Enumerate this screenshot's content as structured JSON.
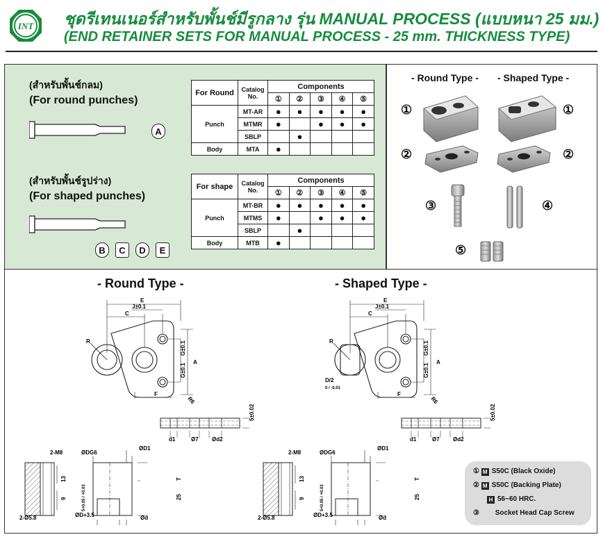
{
  "header": {
    "logo_text": "INT",
    "title_th": "ชุดรีเทนเนอร์สำหรับพั้นช์มีรูกลาง รุ่น MANUAL PROCESS (แบบหนา 25 มม.)",
    "title_en": "(END RETAINER SETS FOR MANUAL PROCESS - 25 mm. THICKNESS TYPE)",
    "colors": {
      "title": "#168c3c",
      "panel": "#d7e9d4"
    }
  },
  "round_section": {
    "label_th": "(สำหรับพั้นช์กลม)",
    "label_en": "(For round punches)",
    "letters": [
      "A"
    ],
    "table": {
      "corner": "For Round",
      "catalog_header": "Catalog No.",
      "components_header": "Components",
      "component_nums": [
        "①",
        "②",
        "③",
        "④",
        "⑤"
      ],
      "group_punch": "Punch",
      "group_body": "Body",
      "rows": [
        {
          "group": "Punch",
          "catalog": "MT-AR",
          "marks": [
            "●",
            "●",
            "●",
            "●",
            "●"
          ]
        },
        {
          "group": "Punch",
          "catalog": "MTMR",
          "marks": [
            "●",
            "",
            "●",
            "●",
            "●"
          ]
        },
        {
          "group": "Punch",
          "catalog": "SBLP",
          "marks": [
            "",
            "●",
            "",
            "",
            ""
          ]
        },
        {
          "group": "Body",
          "catalog": "MTA",
          "marks": [
            "●",
            "",
            "",
            "",
            ""
          ]
        }
      ]
    }
  },
  "shape_section": {
    "label_th": "(สำหรับพั้นช์รูปร่าง)",
    "label_en": "(For shaped punches)",
    "letters": [
      "B",
      "C",
      "D",
      "E"
    ],
    "table": {
      "corner": "For shape",
      "catalog_header": "Catalog No.",
      "components_header": "Components",
      "component_nums": [
        "①",
        "②",
        "③",
        "④",
        "⑤"
      ],
      "group_punch": "Punch",
      "group_body": "Body",
      "rows": [
        {
          "group": "Punch",
          "catalog": "MT-BR",
          "marks": [
            "●",
            "●",
            "●",
            "●",
            "●"
          ]
        },
        {
          "group": "Punch",
          "catalog": "MTMS",
          "marks": [
            "●",
            "",
            "●",
            "●",
            "●"
          ]
        },
        {
          "group": "Punch",
          "catalog": "SBLP",
          "marks": [
            "",
            "●",
            "",
            "",
            ""
          ]
        },
        {
          "group": "Body",
          "catalog": "MTB",
          "marks": [
            "●",
            "",
            "",
            "",
            ""
          ]
        }
      ]
    }
  },
  "photos": {
    "round_title": "- Round Type -",
    "shaped_title": "- Shaped Type -",
    "nums": [
      "①",
      "②",
      "③",
      "④",
      "⑤"
    ]
  },
  "drawings": {
    "round_title": "- Round Type -",
    "shaped_title": "- Shaped Type -",
    "dims": {
      "E": "E",
      "J": "J±0.1",
      "C": "C",
      "R": "R",
      "F": "F",
      "R6": "R6",
      "G": "G±0.1",
      "A": "A",
      "D2": "D/2",
      "D2_tol": "0 / -0.01",
      "S": "5±0.02",
      "d1": "d1",
      "d7": "Ø7",
      "d2": "Ød2",
      "M8": "2-M8",
      "DG6": "ØDG6",
      "D1": "ØD1",
      "h13": "13",
      "h9": "9",
      "h5": "5+0.05 / +0.03",
      "T": "T",
      "h25": "25",
      "hole": "2-Ø5.8",
      "D35": "ØD+3.5",
      "d": "Ød"
    }
  },
  "legend": {
    "rows": [
      {
        "num": "①",
        "box": "M",
        "text": "S50C (Black Oxide)"
      },
      {
        "num": "②",
        "box": "M",
        "text": "S50C (Backing Plate)"
      },
      {
        "num": "",
        "box": "H",
        "text": "56~60 HRC."
      },
      {
        "num": "③",
        "box": "",
        "text": "Socket Head Cap Screw"
      }
    ]
  }
}
